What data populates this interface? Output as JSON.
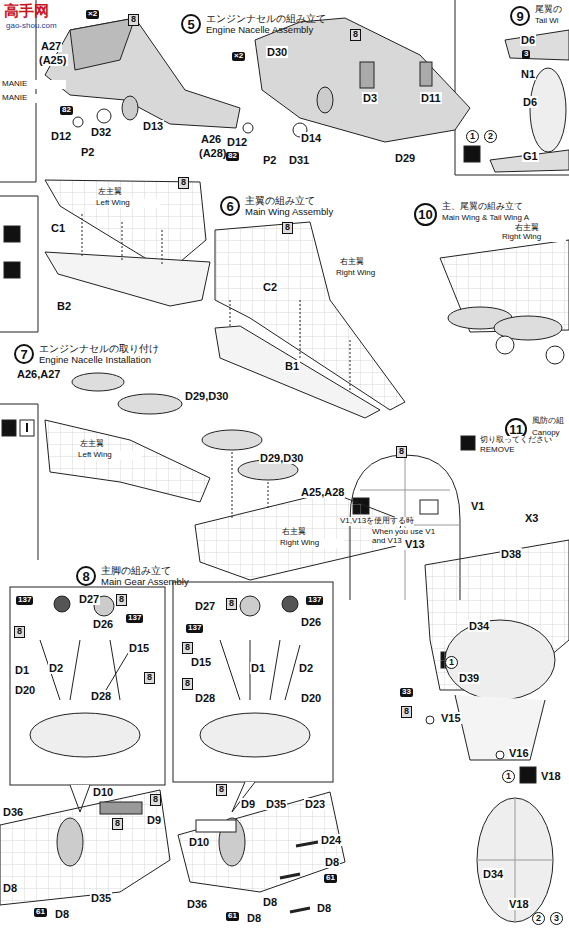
{
  "diagram": {
    "nodes": [
      {
        "text": [
          "5",
          "エンジンナセルの組み立て",
          "Engine Nacelle Assembly"
        ]
      },
      {
        "text": [
          "9",
          "尾翼の",
          "Tail Wi"
        ]
      },
      {
        "text": [
          "6",
          "主翼の組み立て",
          "Main Wing Assembly"
        ]
      },
      {
        "text": [
          "10",
          "主、尾翼の組み立て",
          "Main Wing & Tail Wing A"
        ]
      },
      {
        "text": [
          "7",
          "エンジンナセルの取り付け",
          "Engine Nacelle Installation"
        ]
      },
      {
        "text": [
          "11",
          "風防の組",
          "Canopy"
        ]
      },
      {
        "text": [
          "8",
          "主脚の組み立て",
          "Main Gear Assembly"
        ]
      }
    ],
    "labels": [
      "高手网",
      "gao-shou.com",
      "MANIE",
      "MANIE",
      "×2",
      "A27",
      "(A25)",
      "8",
      "82",
      "D12",
      "P2",
      "D32",
      "D13",
      "A26",
      "(A28)",
      "×2",
      "D30",
      "8",
      "D3",
      "D11",
      "D14",
      "D12",
      "82",
      "P2",
      "D31",
      "D29",
      "D6",
      "3",
      "N1",
      "D6",
      "1",
      "2",
      "G1",
      "8",
      "左主翼",
      "Left Wing",
      "C1",
      "B2",
      "8",
      "右主翼",
      "Right Wing",
      "C2",
      "B1",
      "右主翼",
      "Right Wing",
      "A26,A27",
      "D29,D30",
      "左主翼",
      "Left Wing",
      "D29,D30",
      "A25,A28",
      "右主翼",
      "Right Wing",
      "8",
      "切り取ってください",
      "REMOVE",
      "V1,V13を使用する時",
      "When you use V1 and V13",
      "V1",
      "X3",
      "V13",
      "D38",
      "D34",
      "1",
      "D39",
      "33",
      "8",
      "V15",
      "V16",
      "1",
      "V18",
      "D34",
      "V18",
      "2",
      "3",
      "137",
      "D27",
      "8",
      "D26",
      "137",
      "8",
      "D15",
      "D1",
      "D2",
      "8",
      "D20",
      "D28",
      "D27",
      "8",
      "137",
      "D26",
      "137",
      "8",
      "D15",
      "D1",
      "D2",
      "8",
      "D28",
      "D20",
      "D36",
      "D10",
      "8",
      "8",
      "D9",
      "D8",
      "D35",
      "61",
      "D8",
      "8",
      "D9",
      "D35",
      "D23",
      "D10",
      "D24",
      "D8",
      "61",
      "D36",
      "D8",
      "61",
      "D8",
      "D8"
    ]
  }
}
